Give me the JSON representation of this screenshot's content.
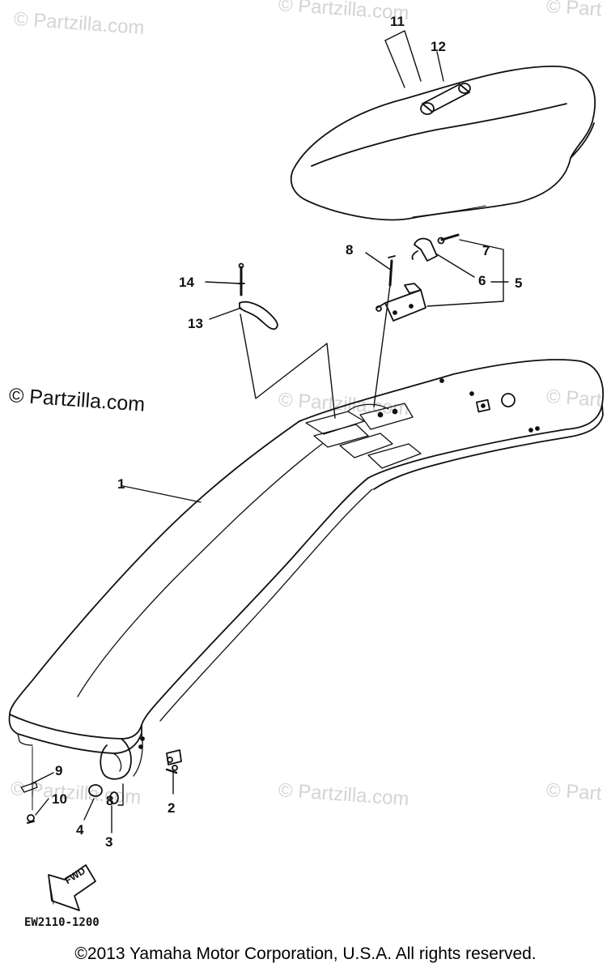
{
  "watermarks": {
    "faint_text": "© Partzilla.com",
    "faint_partial": "© Part",
    "dark_text": "© Partzilla.com"
  },
  "callouts": {
    "c1": "1",
    "c2": "2",
    "c3": "3",
    "c4": "4",
    "c5": "5",
    "c6": "6",
    "c7": "7",
    "c8a": "8",
    "c8b": "8",
    "c9": "9",
    "c10": "10",
    "c11": "11",
    "c12": "12",
    "c13": "13",
    "c14": "14"
  },
  "fwd_label": "FWD",
  "diagram_code": "EW2110-1200",
  "copyright": "©2013  Yamaha Motor Corporation, U.S.A. All rights reserved."
}
